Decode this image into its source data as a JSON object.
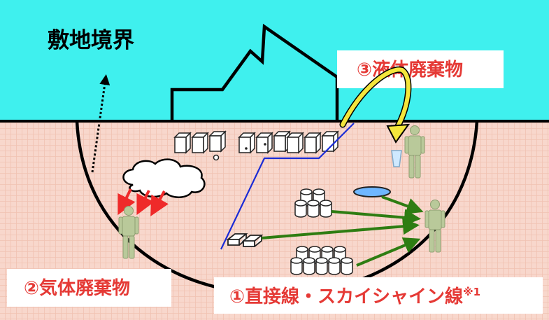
{
  "labels": {
    "boundary": "敷地境界",
    "liquid_waste": "③液体廃棄物",
    "gaseous_waste": "②気体廃棄物",
    "direct_skyshine": "①直接線・スカイシャイン線",
    "footnote_mark": "※1"
  },
  "colors": {
    "sky": "#3ff0ee",
    "ground": "#f8d7cc",
    "label_red": "#e53935",
    "arrow_red": "#ef2a2a",
    "arrow_green": "#2e7d12",
    "line_blue": "#1a2bd6",
    "arrow_yellow": "#f4e63c",
    "person_fill": "#b9c99a"
  }
}
